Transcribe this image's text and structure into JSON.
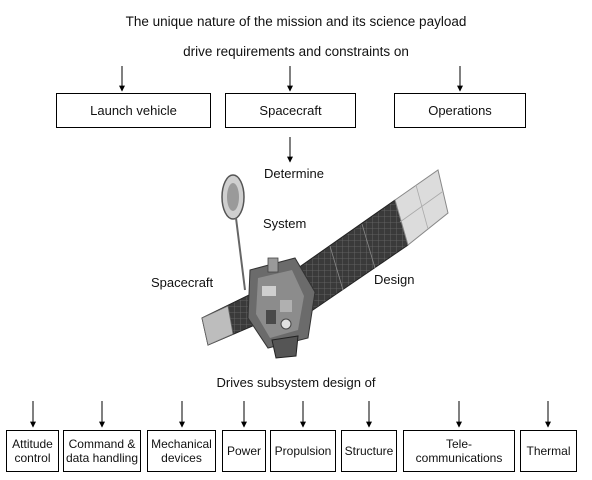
{
  "header": {
    "line1": "The unique nature of the mission and its science payload",
    "line2": "drive requirements and constraints on"
  },
  "drivers": [
    {
      "label": "Launch vehicle"
    },
    {
      "label": "Spacecraft"
    },
    {
      "label": "Operations"
    }
  ],
  "spacecraft_labels": {
    "determine": "Determine",
    "system": "System",
    "spacecraft": "Spacecraft",
    "design": "Design"
  },
  "drives_text": "Drives subsystem design of",
  "subsystems": [
    {
      "line1": "Attitude",
      "line2": "control"
    },
    {
      "line1": "Command &",
      "line2": "data handling"
    },
    {
      "line1": "Mechanical",
      "line2": "devices"
    },
    {
      "line1": "Power",
      "line2": ""
    },
    {
      "line1": "Propulsion",
      "line2": ""
    },
    {
      "line1": "Structure",
      "line2": ""
    },
    {
      "line1": "Tele-",
      "line2": "communications"
    },
    {
      "line1": "Thermal",
      "line2": ""
    }
  ],
  "colors": {
    "line": "#000000",
    "panel_dark": "#3a3a3a",
    "panel_light": "#dcdcdc"
  }
}
